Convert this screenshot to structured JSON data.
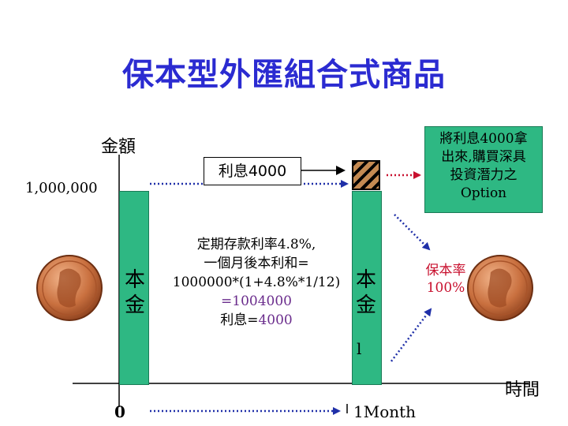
{
  "title": "保本型外匯組合式商品",
  "axes": {
    "y_label": "金額",
    "y_value": "1,000,000",
    "x_label": "時間",
    "x_origin": "0",
    "x_end": "1Month",
    "tick_mark": "l"
  },
  "bars": {
    "left_chars": [
      "本",
      "金"
    ],
    "right_chars": [
      "本",
      "金"
    ]
  },
  "interest_box": "利息4000",
  "calc": {
    "line1": "定期存款利率4.8%,",
    "line2": "一個月後本利和=",
    "line3": "1000000*(1+4.8%*1/12)",
    "line4": "=1004000",
    "line5_prefix": "利息=",
    "line5_value": "4000"
  },
  "note": {
    "lines": [
      "將利息4000拿",
      "出來,購買深具",
      "投資潛力之",
      "Option"
    ]
  },
  "rate": {
    "lines": [
      "保本率",
      "100%"
    ]
  },
  "colors": {
    "title": "#2b2bd1",
    "bar": "#2eb883",
    "arrow_blue": "#1f2fa8",
    "arrow_red": "#c8102e",
    "accent_purple": "#6a2c8c"
  },
  "icons": [
    "coin-icon",
    "coin-icon"
  ]
}
